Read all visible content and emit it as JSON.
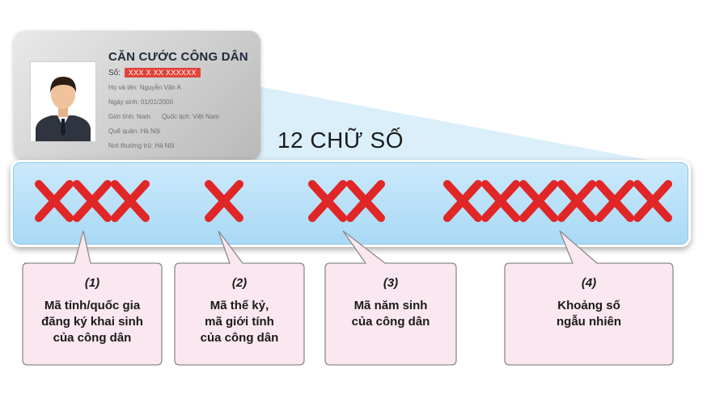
{
  "card": {
    "title": "CĂN CƯỚC CÔNG DÂN",
    "number_label": "Số:",
    "number_value": "XXX X XX XXXXXX",
    "fields": [
      {
        "text": "Họ và tên: Nguyễn Văn A"
      },
      {
        "text": "Ngày sinh: 01/01/2000"
      },
      {
        "text": "Giới tính: Nam",
        "extra": "Quốc tịch: Việt Nam"
      },
      {
        "text": "Quê quán: Hà Nội"
      },
      {
        "text": "Nơi thường trú: Hà Nội"
      }
    ]
  },
  "heading": "12 CHỮ SỐ",
  "digit_groups": [
    {
      "count": 3
    },
    {
      "count": 1
    },
    {
      "count": 2
    },
    {
      "count": 6
    }
  ],
  "callouts": [
    {
      "number": "(1)",
      "lines": [
        "Mã tỉnh/quốc gia",
        "đăng ký khai sinh",
        "của công dân"
      ]
    },
    {
      "number": "(2)",
      "lines": [
        "Mã thế kỷ,",
        "mã giới tính",
        "của công dân"
      ]
    },
    {
      "number": "(3)",
      "lines": [
        "Mã năm sinh",
        "của công dân"
      ]
    },
    {
      "number": "(4)",
      "lines": [
        "Khoảng số",
        "ngẫu nhiên"
      ]
    }
  ],
  "colors": {
    "x_mark": "#e02626",
    "band": "#a9d9f5",
    "callout_fill": "#fbe7f0",
    "callout_border": "#8a8a8a",
    "number_highlight": "#e0433a"
  }
}
